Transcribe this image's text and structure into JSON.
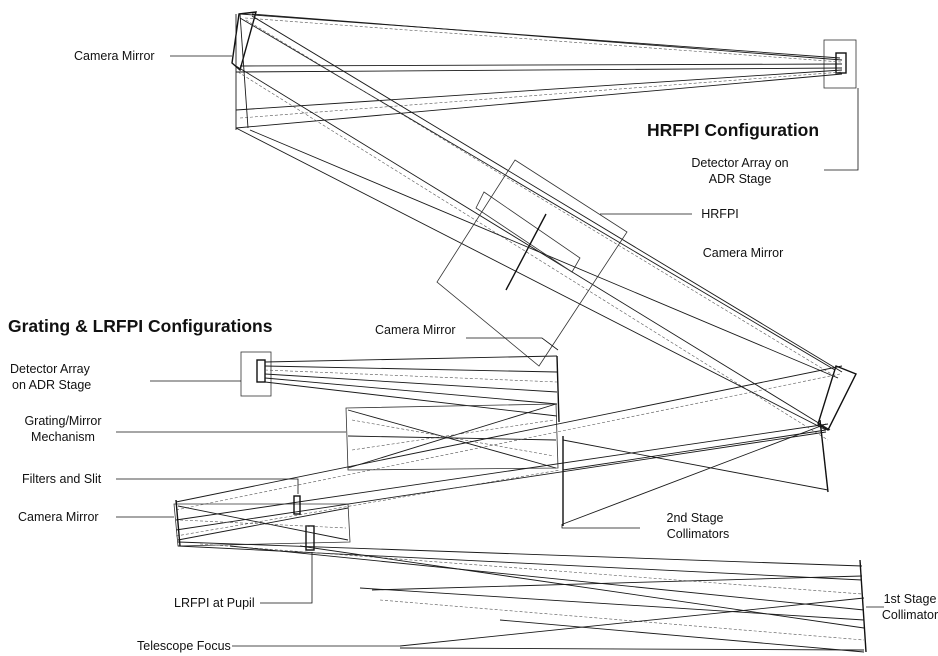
{
  "headings": {
    "hrfpi": "HRFPI Configuration",
    "grating": "Grating & LRFPI Configurations"
  },
  "labels": {
    "camera_mirror_top": "Camera Mirror",
    "detector_top_line1": "Detector Array on",
    "detector_top_line2": "ADR Stage",
    "hrfpi": "HRFPI",
    "camera_mirror_mid": "Camera Mirror",
    "camera_mirror_lower": "Camera Mirror",
    "detector_lower_line1": "Detector Array",
    "detector_lower_line2": "on ADR Stage",
    "grating_line1": "Grating/Mirror",
    "grating_line2": "Mechanism",
    "filters_slit": "Filters and Slit",
    "camera_mirror_left": "Camera Mirror",
    "second_stage_line1": "2nd Stage",
    "second_stage_line2": "Collimators",
    "lrfpi": "LRFPI at Pupil",
    "telescope_focus": "Telescope Focus",
    "first_stage_line1": "1st Stage",
    "first_stage_line2": "Collimator"
  }
}
